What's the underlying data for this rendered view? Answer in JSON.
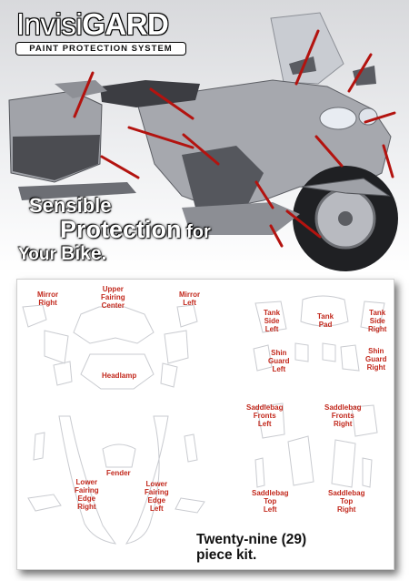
{
  "brand": {
    "name_light": "Invisi",
    "name_bold": "GARD",
    "subtitle": "PAINT PROTECTION SYSTEM"
  },
  "slogan": {
    "line1": "Sensible",
    "line2a": "Protection",
    "line2b": " for",
    "line3a": "Your ",
    "line3b": "Bike."
  },
  "pieces": {
    "mirror_right": "Mirror\nRight",
    "upper_fairing_center": "Upper\nFairing\nCenter",
    "mirror_left": "Mirror\nLeft",
    "headlamp": "Headlamp",
    "fender": "Fender",
    "lower_fairing_edge_right": "Lower\nFairing\nEdge\nRight",
    "lower_fairing_edge_left": "Lower\nFairing\nEdge\nLeft",
    "tank_side_left": "Tank\nSide\nLeft",
    "tank_pad": "Tank\nPad",
    "tank_side_right": "Tank\nSide\nRight",
    "shin_guard_left": "Shin\nGuard\nLeft",
    "shin_guard_right": "Shin\nGuard\nRight",
    "saddlebag_fronts_left": "Saddlebag\nFronts\nLeft",
    "saddlebag_fronts_right": "Saddlebag\nFronts\nRight",
    "saddlebag_top_left": "Saddlebag\nTop\nLeft",
    "saddlebag_top_right": "Saddlebag\nTop\nRight"
  },
  "caption": {
    "line1": "Twenty-nine (29)",
    "line2": "piece kit."
  },
  "colors": {
    "label_red": "#c2281c",
    "pointer_red": "#b3130f",
    "bike_silver": "#a6a8ae"
  }
}
